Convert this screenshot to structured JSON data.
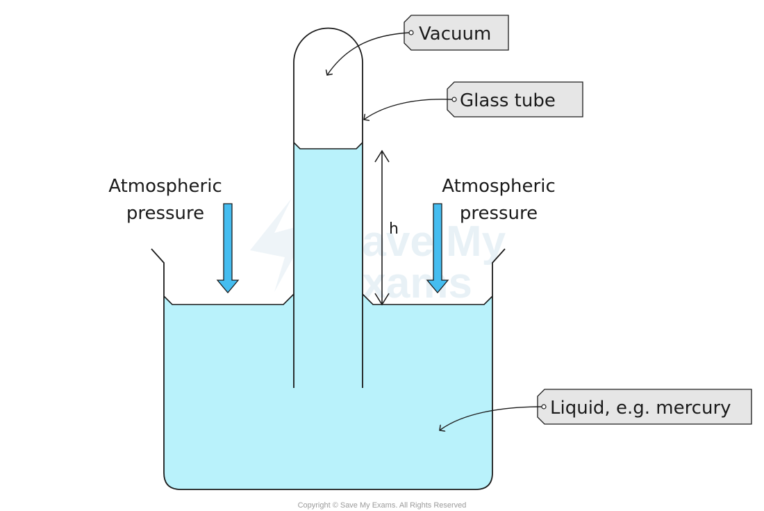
{
  "labels": {
    "vacuum": "Vacuum",
    "glass_tube": "Glass tube",
    "liquid": "Liquid, e.g. mercury",
    "height": "h",
    "atmospheric_left_line1": "Atmospheric",
    "atmospheric_left_line2": "pressure",
    "atmospheric_right_line1": "Atmospheric",
    "atmospheric_right_line2": "pressure"
  },
  "watermark": {
    "line1": "Save My",
    "line2": "Exams"
  },
  "copyright": "Copyright © Save My Exams. All Rights Reserved",
  "colors": {
    "liquid_fill": "#b9f2fb",
    "arrow_fill": "#45bdf0",
    "tag_fill": "#e6e6e6",
    "outline": "#1a1a1a"
  }
}
